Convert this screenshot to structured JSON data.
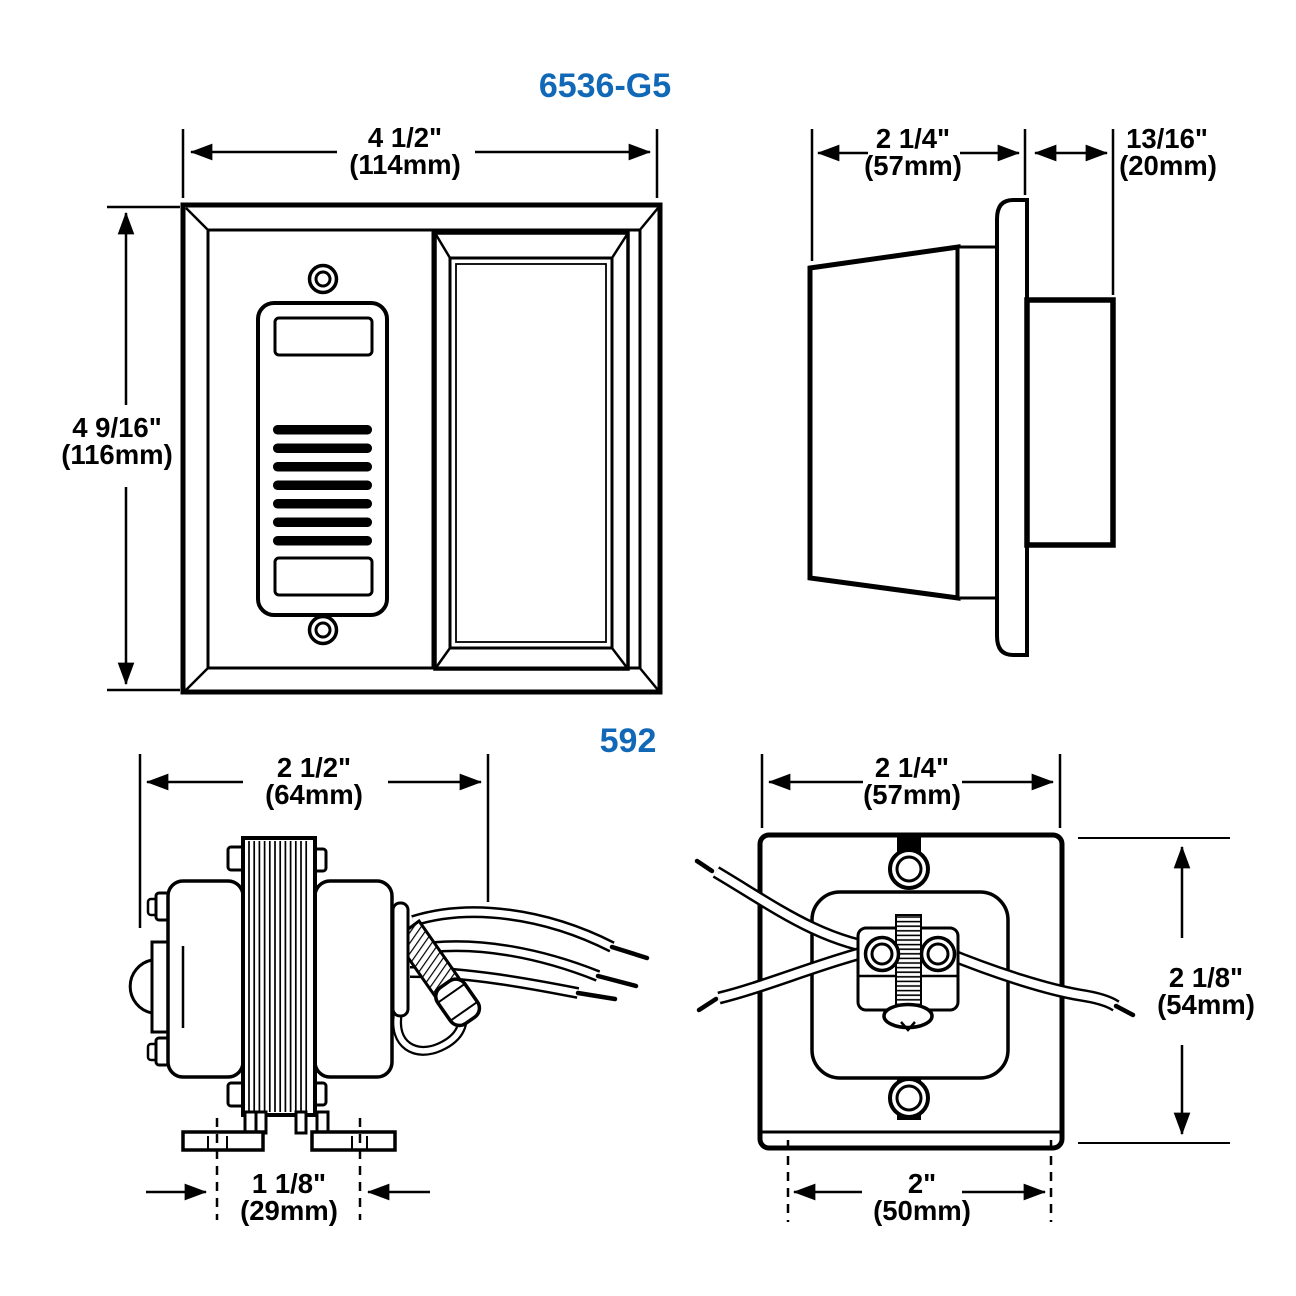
{
  "colors": {
    "model_label_blue": "#1168b7",
    "line_black": "#000000",
    "background": "#ffffff"
  },
  "models": {
    "door_station": "6536-G5",
    "transformer": "592"
  },
  "dims": {
    "panel_width": {
      "inches": "4 1/2\"",
      "metric": "(114mm)"
    },
    "panel_height": {
      "inches": "4 9/16\"",
      "metric": "(116mm)"
    },
    "panel_depth": {
      "inches": "2 1/4\"",
      "metric": "(57mm)"
    },
    "panel_protrusion": {
      "inches": "13/16\"",
      "metric": "(20mm)"
    },
    "transformer_width": {
      "inches": "2 1/2\"",
      "metric": "(64mm)"
    },
    "transformer_foot_spacing": {
      "inches": "1 1/8\"",
      "metric": "(29mm)"
    },
    "transformer_plate_width": {
      "inches": "2 1/4\"",
      "metric": "(57mm)"
    },
    "transformer_plate_height": {
      "inches": "2 1/8\"",
      "metric": "(54mm)"
    },
    "transformer_hole_spacing": {
      "inches": "2\"",
      "metric": "(50mm)"
    }
  }
}
